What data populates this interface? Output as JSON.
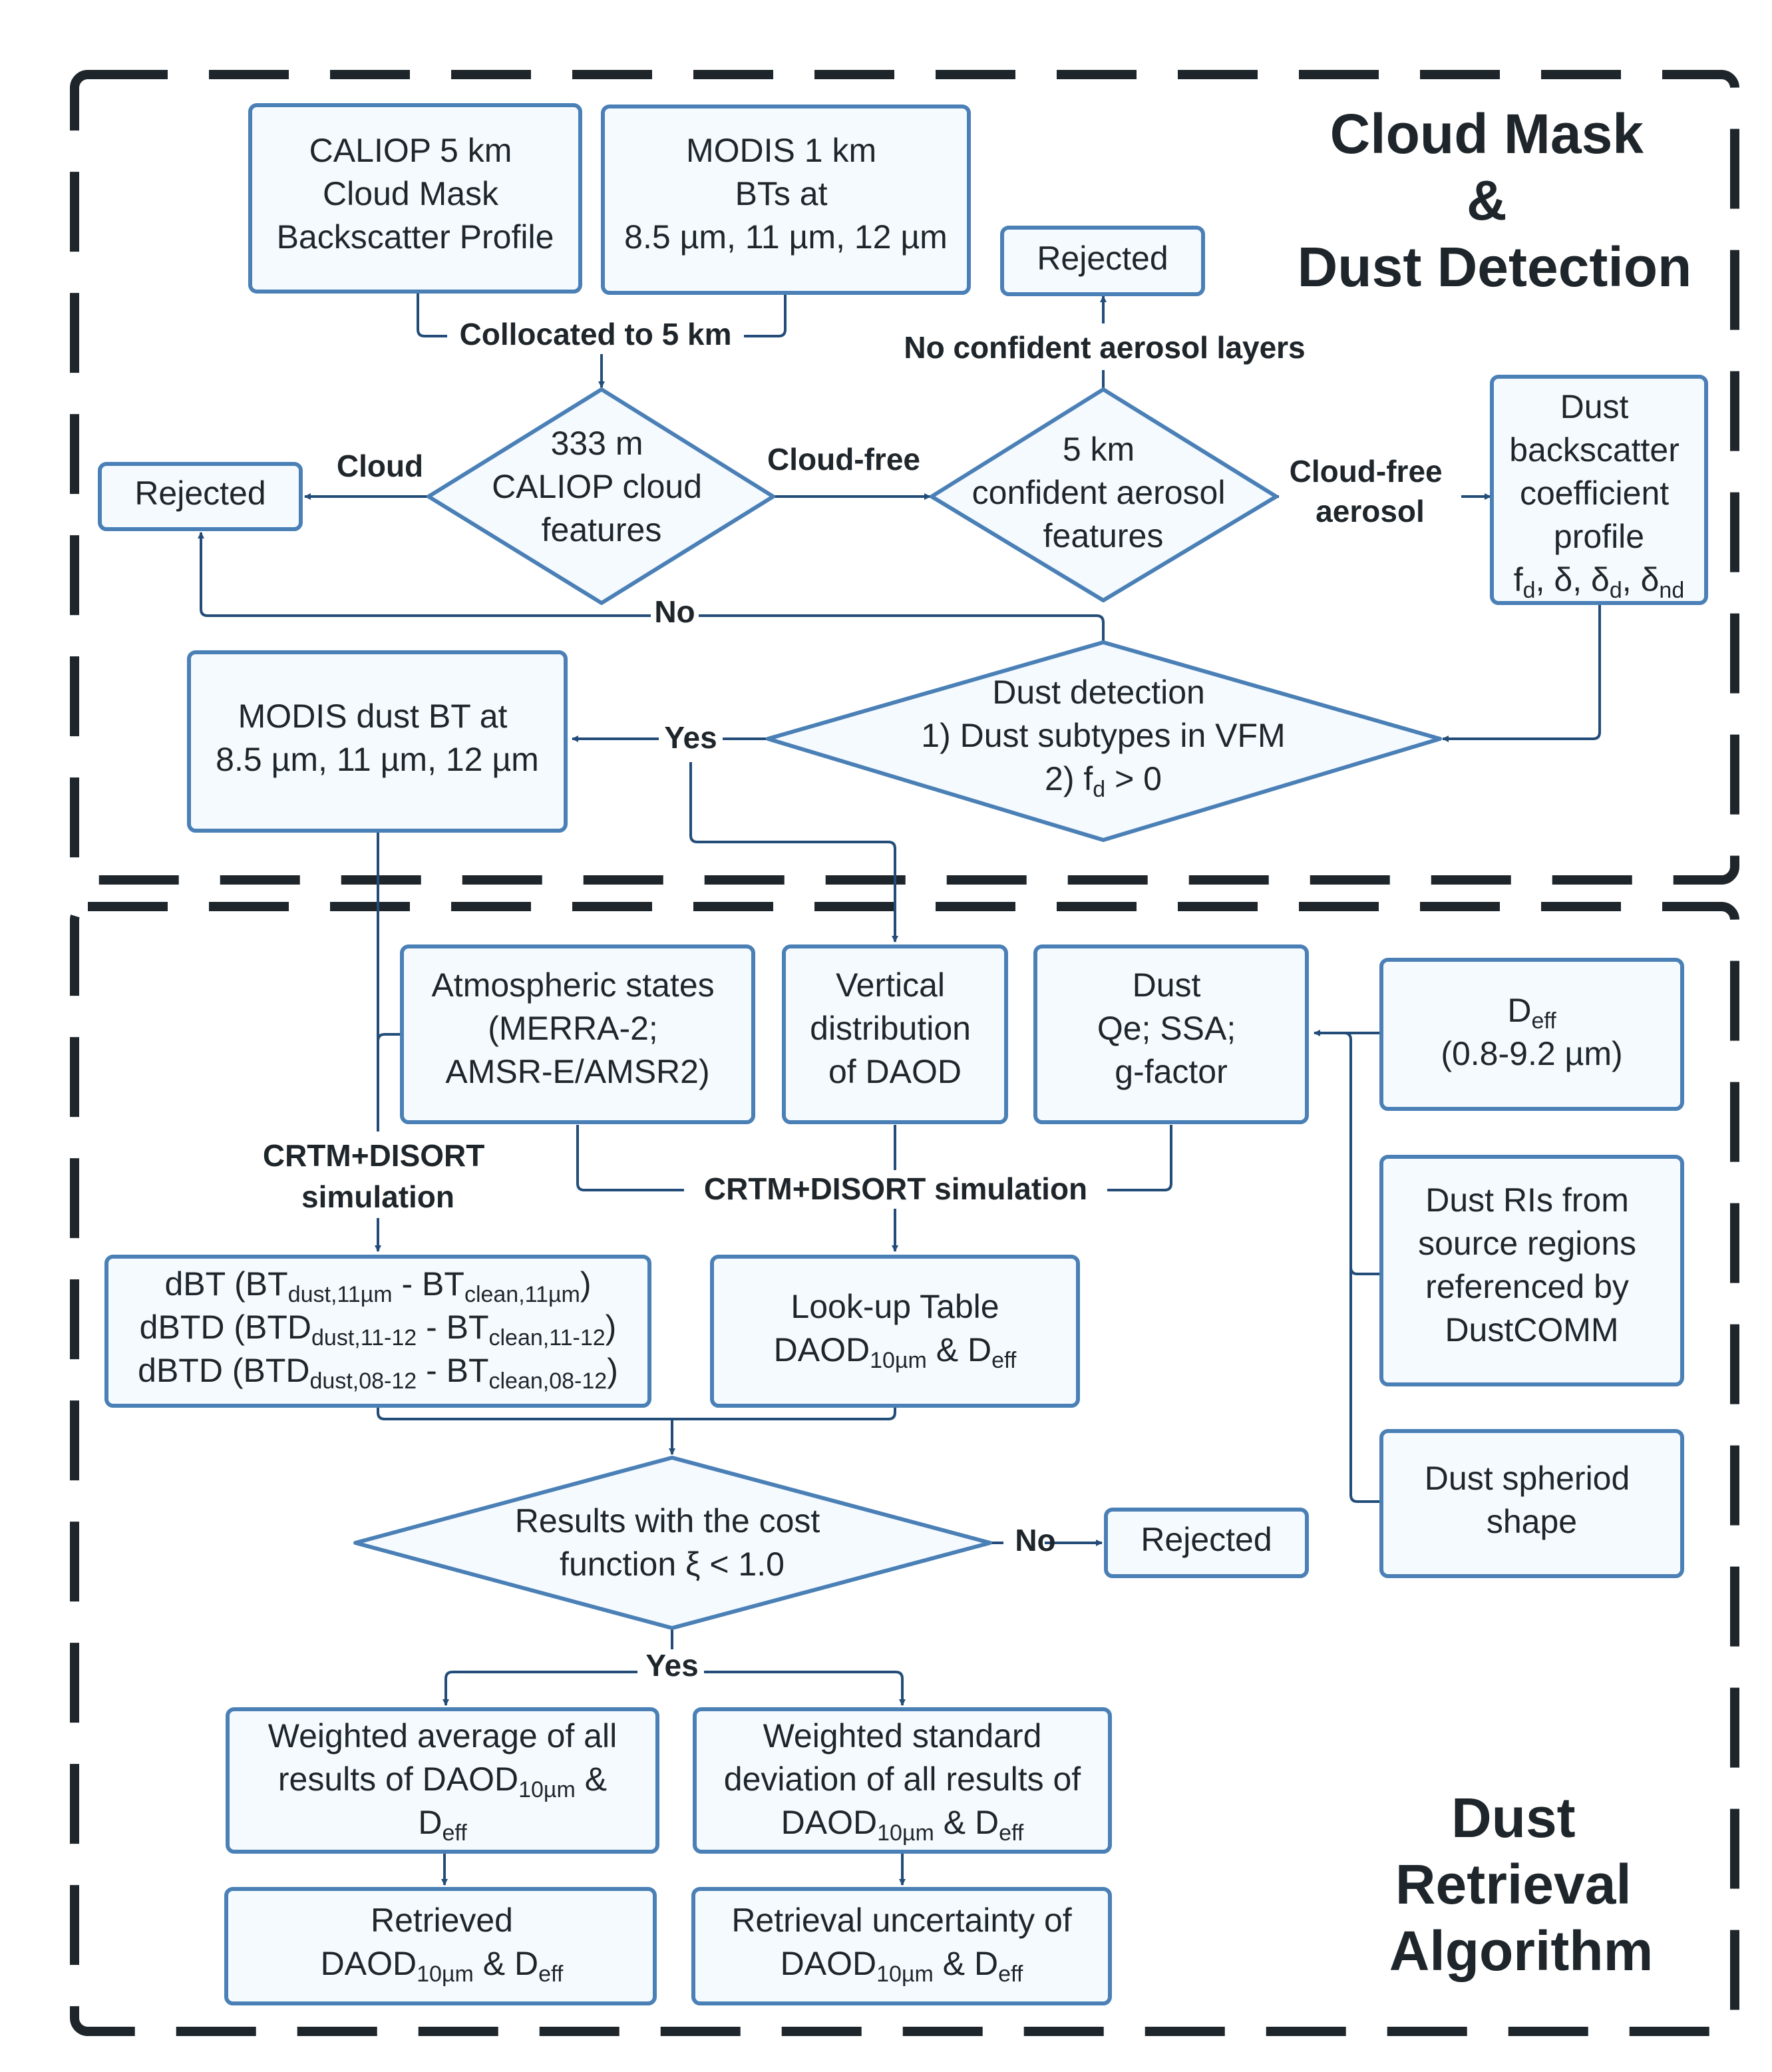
{
  "sections": {
    "top_title": [
      "Cloud Mask",
      "&",
      "Dust Detection"
    ],
    "bottom_title": [
      "Dust",
      "Retrieval",
      "Algorithm"
    ]
  },
  "nodes": {
    "caliop_input": [
      "CALIOP 5 km",
      "Cloud Mask",
      "Backscatter Profile"
    ],
    "modis_input": [
      "MODIS 1 km",
      "BTs at",
      "8.5 µm, 11 µm, 12 µm"
    ],
    "rejected_top": "Rejected",
    "rejected_left": "Rejected",
    "cloud_decision": [
      "333 m",
      "CALIOP cloud",
      "features"
    ],
    "aerosol_decision": [
      "5 km",
      "confident aerosol",
      "features"
    ],
    "dust_profile": {
      "lines": [
        "Dust",
        "backscatter",
        "coefficient",
        "profile"
      ],
      "params": {
        "f": "f",
        "f_sub": "d",
        "delta": "δ",
        "delta_d": "δ",
        "delta_d_sub": "d",
        "delta_nd": "δ",
        "delta_nd_sub": "nd"
      }
    },
    "dust_detection": {
      "line1": "Dust detection",
      "line2": "1) Dust subtypes in VFM",
      "line3_pre": "2) f",
      "line3_sub": "d",
      "line3_post": " > 0"
    },
    "modis_dust_bt": [
      "MODIS dust BT at",
      "8.5 µm, 11 µm, 12 µm"
    ],
    "atmos_states": [
      "Atmospheric states",
      "(MERRA-2;",
      "AMSR-E/AMSR2)"
    ],
    "vertical_daod": [
      "Vertical",
      "distribution",
      "of DAOD"
    ],
    "dust_optics": [
      "Dust",
      "Qe; SSA;",
      "g-factor"
    ],
    "deff_range": {
      "main": "D",
      "sub": "eff",
      "line2": "(0.8-9.2 µm)"
    },
    "dust_ris": [
      "Dust RIs from",
      "source regions",
      "referenced by",
      "DustCOMM"
    ],
    "dust_shape": [
      "Dust spheriod",
      "shape"
    ],
    "dbt_box": [
      {
        "pre": "dBT (BT",
        "s1": "dust,11µm",
        "mid": " - BT",
        "s2": "clean,11µm",
        "post": ")"
      },
      {
        "pre": "dBTD (BTD",
        "s1": "dust,11-12",
        "mid": " - BT",
        "s2": "clean,11-12",
        "post": ")"
      },
      {
        "pre": "dBTD (BTD",
        "s1": "dust,08-12",
        "mid": " - BT",
        "s2": "clean,08-12",
        "post": ")"
      }
    ],
    "lut": {
      "line1": "Look-up Table",
      "daod": "DAOD",
      "daod_sub": "10µm",
      "amp": " & D",
      "deff_sub": "eff"
    },
    "cost_decision": [
      "Results with the cost",
      "function ξ < 1.0"
    ],
    "rejected_bottom": "Rejected",
    "weighted_avg": {
      "line1": "Weighted average of all",
      "line2": "results of DAOD",
      "line2_sub": "10µm",
      "line2_post": " &",
      "line3": "D",
      "line3_sub": "eff"
    },
    "weighted_std": {
      "line1": "Weighted standard",
      "line2": "deviation of all results of",
      "line3": "DAOD",
      "line3_sub": "10µm",
      "line3_mid": " & D",
      "line3_sub2": "eff"
    },
    "retrieved": {
      "line1": "Retrieved",
      "line2": "DAOD",
      "line2_sub": "10µm",
      "line2_mid": " & D",
      "line2_sub2": "eff"
    },
    "uncertainty": {
      "line1": "Retrieval uncertainty of",
      "line2": "DAOD",
      "line2_sub": "10µm",
      "line2_mid": " & D",
      "line2_sub2": "eff"
    }
  },
  "edge_labels": {
    "collocated": "Collocated to 5 km",
    "no_confident": "No confident aerosol layers",
    "cloud": "Cloud",
    "cloud_free": "Cloud-free",
    "cloud_free_aerosol": [
      "Cloud-free",
      "aerosol"
    ],
    "no_top": "No",
    "yes_top": "Yes",
    "crtm_left": [
      "CRTM+DISORT",
      "simulation"
    ],
    "crtm_mid": "CRTM+DISORT simulation",
    "no_bottom": "No",
    "yes_bottom": "Yes"
  },
  "colors": {
    "box_fill": "#f5faff",
    "box_border": "#4a80b6",
    "connector": "#234d78",
    "frame": "#1f262b",
    "text": "#1f262b"
  }
}
